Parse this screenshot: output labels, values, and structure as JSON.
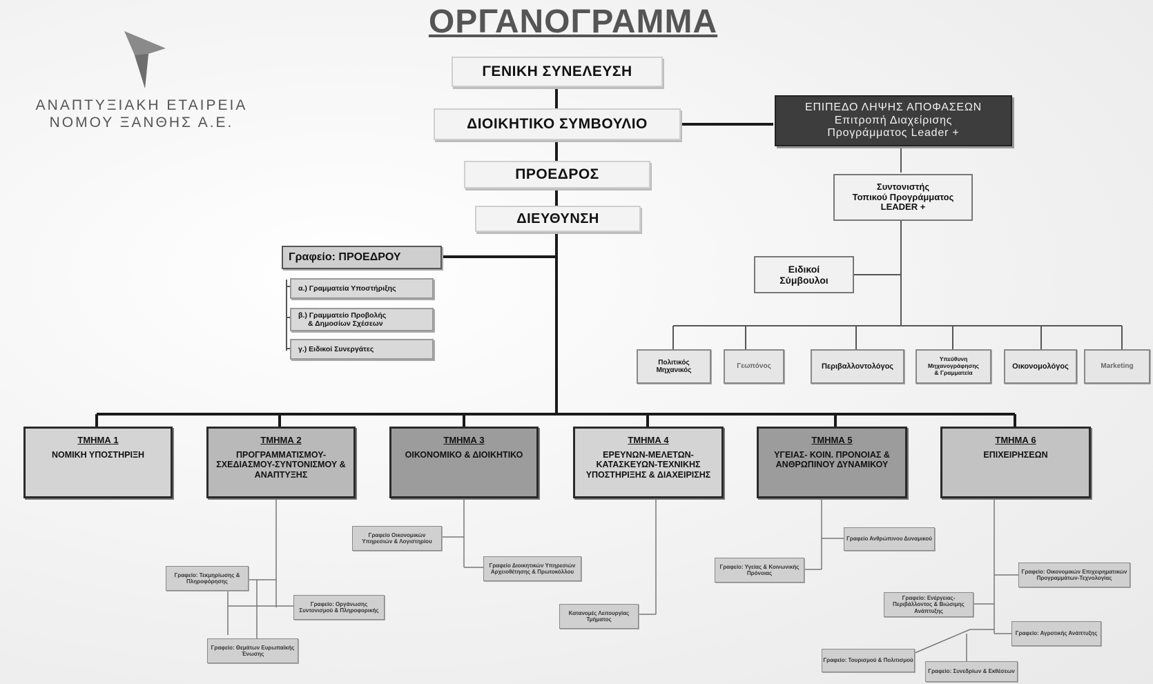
{
  "title": "ΟΡΓΑΝΟΓΡΑΜΜΑ",
  "company": {
    "line1": "ΑΝΑΠΤΥΞΙΑΚΗ ΕΤΑΙΡΕΙΑ",
    "line2": "ΝΟΜΟΥ ΞΑΝΘΗΣ Α.Ε.",
    "logo_icon": "arrow-logo-icon"
  },
  "top_chain": [
    "ΓΕΝΙΚΗ ΣΥΝΕΛΕΥΣΗ",
    "ΔΙΟΙΚΗΤΙΚΟ ΣΥΜΒΟΥΛΙΟ",
    "ΠΡΟΕΔΡΟΣ",
    "ΔΙΕΥΘΥΝΣΗ"
  ],
  "decision": {
    "line1": "ΕΠΙΠΕΔΟ ΛΗΨΗΣ ΑΠΟΦΑΣΕΩΝ",
    "line2": "Επιτροπή Διαχείρισης",
    "line3": "Προγράμματος Leader +"
  },
  "coordinator": {
    "line1": "Συντονιστής",
    "line2": "Τοπικού Προγράμματος",
    "line3": "LEADER +"
  },
  "advisors": {
    "line1": "Ειδικοί",
    "line2": "Σύμβουλοι"
  },
  "roles": [
    {
      "line1": "Πολιτικός",
      "line2": "Μηχανικός",
      "line3": ""
    },
    {
      "line1": "Γεωπόνος",
      "line2": "",
      "line3": ""
    },
    {
      "line1": "Περιβαλλοντολόγος",
      "line2": "",
      "line3": ""
    },
    {
      "line1": "Υπεύθυνη",
      "line2": "Μηχανογράφησης",
      "line3": "& Γραμματεία"
    },
    {
      "line1": "Οικονομολόγος",
      "line2": "",
      "line3": ""
    },
    {
      "line1": "Marketing",
      "line2": "",
      "line3": ""
    }
  ],
  "president_office": {
    "header": "Γραφείο: ΠΡΟΕΔΡΟΥ",
    "items": [
      {
        "line1": "α.) Γραμματεία Υποστήριξης",
        "line2": ""
      },
      {
        "line1": "β.) Γραμματείο Προβολής",
        "line2": "& Δημοσίων Σχέσεων"
      },
      {
        "line1": "γ.) Ειδικοί Συνεργάτες",
        "line2": ""
      }
    ]
  },
  "departments": [
    {
      "num": "ΤΜΗΜΑ 1",
      "name": "ΝΟΜΙΚΗ ΥΠΟΣΤΗΡΙΞΗ"
    },
    {
      "num": "ΤΜΗΜΑ 2",
      "name": "ΠΡΟΓΡΑΜΜΑΤΙΣΜΟΥ-ΣΧΕΔΙΑΣΜΟΥ-ΣΥΝΤΟΝΙΣΜΟΥ & ΑΝΑΠΤΥΞΗΣ"
    },
    {
      "num": "ΤΜΗΜΑ 3",
      "name": "ΟΙΚΟΝΟΜΙΚΟ & ΔΙΟΙΚΗΤΙΚΟ"
    },
    {
      "num": "ΤΜΗΜΑ 4",
      "name": "ΕΡΕΥΝΩΝ-ΜΕΛΕΤΩΝ-ΚΑΤΑΣΚΕΥΩΝ-ΤΕΧΝΙΚΗΣ ΥΠΟΣΤΗΡΙΞΗΣ & ΔΙΑΧΕΙΡΙΣΗΣ"
    },
    {
      "num": "ΤΜΗΜΑ 5",
      "name": "ΥΓΕΙΑΣ- ΚΟΙΝ. ΠΡΟΝΟΙΑΣ & ΑΝΘΡΩΠΙΝΟΥ ΔΥΝΑΜΙΚΟΥ"
    },
    {
      "num": "ΤΜΗΜΑ 6",
      "name": "ΕΠΙΧΕΙΡΗΣΕΩΝ"
    }
  ],
  "sub_offices": {
    "d2": [
      "Γραφείο: Τεκμηρίωσης & Πληροφόρησης",
      "Γραφείο: Οργάνωσης Συντονισμού & Πληροφορικής",
      "Γραφείο: Θεμάτων Ευρωπαϊκής Ένωσης"
    ],
    "d3": [
      "Γραφείο Οικονομικών Υπηρεσιών & Λογιστηρίου",
      "Γραφείο Διοικητικών Υπηρεσιών Αρχειοθέτησης & Πρωτοκόλλου"
    ],
    "d4": [
      "Κατανομές Λειτουργίας Τμήματος"
    ],
    "d5": [
      "Γραφείο Ανθρώπινου Δυναμικού",
      "Γραφείο: Υγείας & Κοινωνικής Πρόνοιας"
    ],
    "d6": [
      "Γραφείο: Οικονομικών Επιχειρηματικών Προγραμμάτων-Τεχνολογίας",
      "Γραφείο: Ενέργειας-Περιβάλλοντος & Βιώσιμης Ανάπτυξης",
      "Γραφείο: Αγροτικής Ανάπτυξης",
      "Γραφείο: Τουρισμού & Πολιτισμού",
      "Γραφείο: Συνεδρίων & Εκθέσεων"
    ]
  }
}
